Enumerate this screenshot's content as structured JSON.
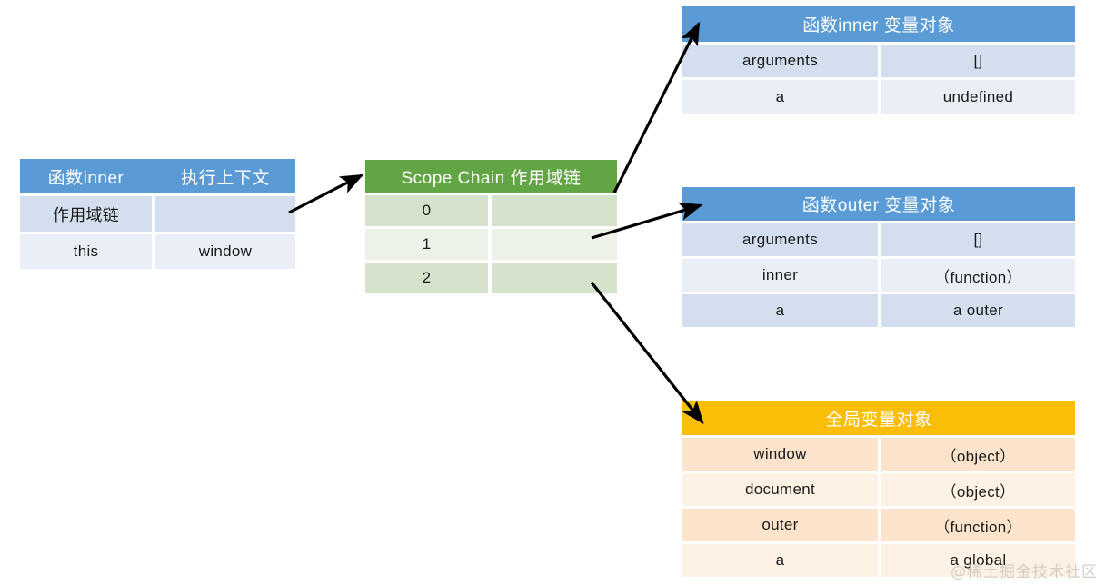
{
  "diagram": {
    "title_watermark": "@稀土掘金技术社区"
  },
  "exec_context_table": {
    "header": {
      "left": "函数inner",
      "right": "执行上下文"
    },
    "rows": [
      {
        "key": "作用域链",
        "value": ""
      },
      {
        "key": "this",
        "value": "window"
      }
    ]
  },
  "scope_chain_table": {
    "header": "Scope Chain 作用域链",
    "rows": [
      {
        "index": "0",
        "value": ""
      },
      {
        "index": "1",
        "value": ""
      },
      {
        "index": "2",
        "value": ""
      }
    ]
  },
  "inner_vo_table": {
    "header": "函数inner 变量对象",
    "rows": [
      {
        "key": "arguments",
        "value": "[]"
      },
      {
        "key": "a",
        "value": "undefined"
      }
    ]
  },
  "outer_vo_table": {
    "header": "函数outer 变量对象",
    "rows": [
      {
        "key": "arguments",
        "value": "[]"
      },
      {
        "key": "inner",
        "value": "（function）"
      },
      {
        "key": "a",
        "value": "a  outer"
      }
    ]
  },
  "global_vo_table": {
    "header": "全局变量对象",
    "rows": [
      {
        "key": "window",
        "value": "（object）"
      },
      {
        "key": "document",
        "value": "（object）"
      },
      {
        "key": "outer",
        "value": "（function）"
      },
      {
        "key": "a",
        "value": "a  global"
      }
    ]
  },
  "colors": {
    "blue_header": "#5B9BD5",
    "green_header": "#62A544",
    "orange_header": "#FBBE08",
    "arrow": "#000000"
  }
}
